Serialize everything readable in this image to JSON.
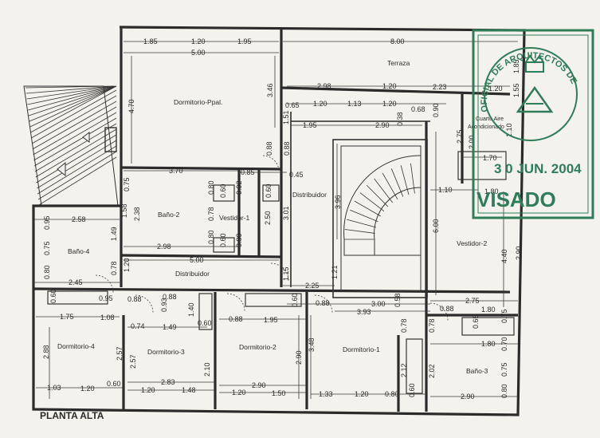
{
  "plan": {
    "title": "PLANTA ALTA",
    "rooms": {
      "terraza": "Terraza",
      "dormitorio_ppal": "Dormitorio-Ppal.",
      "bano_2": "Baño-2",
      "vestidor_1": "Vestidor-1",
      "distribuidor_1": "Distribuidor",
      "distribuidor_2": "Distribuidor",
      "bano_4": "Baño-4",
      "cuarto_aire": "Cuarto Aire",
      "acondicionado": "Acondicionado",
      "vestidor_2": "Vestidor-2",
      "dormitorio_4": "Dormitorio-4",
      "dormitorio_3": "Dormitorio-3",
      "dormitorio_2": "Dormitorio-2",
      "dormitorio_1": "Dormitorio-1",
      "bano_3": "Baño-3"
    },
    "dims": {
      "t185": "1.85",
      "t120a": "1.20",
      "t195a": "1.95",
      "t500a": "5.00",
      "t800": "8.00",
      "t298a": "2.98",
      "t120b": "1.20",
      "t223": "2.23",
      "t120c": "1.20",
      "t065": "0.65",
      "t120d": "1.20",
      "t113": "1.13",
      "t120e": "1.20",
      "t068": "0.68",
      "t195b": "1.95",
      "t290a": "2.90",
      "t170": "1.70",
      "t370": "3.70",
      "t085": "0.85",
      "t045": "0.45",
      "t110a": "1.10",
      "t180a": "1.80",
      "t258": "2.58",
      "t298b": "2.98",
      "t500b": "5.00",
      "t245": "2.45",
      "t225": "2.25",
      "t275": "2.75",
      "t088a": "0.88",
      "t300": "3.00",
      "t393": "3.93",
      "t088b": "0.88",
      "t180b": "1.80",
      "t095": "0.95",
      "t088c": "0.88",
      "t088d": "0.88",
      "t175": "1.75",
      "t108": "1.08",
      "t074": "0.74",
      "t149": "1.49",
      "t088e": "0.88",
      "t195c": "1.95",
      "t180c": "1.80",
      "t060": "0.60",
      "t103": "1.03",
      "t120f": "1.20",
      "t060b": "0.60",
      "t283": "2.83",
      "t120g": "1.20",
      "t148": "1.48",
      "t120h": "1.20",
      "t290b": "2.90",
      "t150": "1.50",
      "t133": "1.33",
      "t120i": "1.20",
      "t080": "0.80",
      "t290c": "2.90"
    },
    "vdims": {
      "v470": "4.70",
      "v346": "3.46",
      "v151": "1.51",
      "v088": "0.88",
      "v088b": "0.88",
      "v396": "3.96",
      "v600": "6.00",
      "v275": "2.75",
      "v200": "2.00",
      "v440": "4.40",
      "v290": "2.90",
      "v238": "2.38",
      "v158": "1.58",
      "v149": "1.49",
      "v250": "2.50",
      "v301": "3.01",
      "v120": "1.20",
      "v115": "1.15",
      "v121": "1.21",
      "v288": "2.88",
      "v257a": "2.57",
      "v257b": "2.57",
      "v210": "2.10",
      "v290b": "2.90",
      "v348": "3.48",
      "v212": "2.12",
      "v202": "2.02",
      "v075": "0.75",
      "v095": "0.95",
      "v080": "0.80",
      "v078": "0.78",
      "v060": "0.60",
      "v060b": "0.60",
      "v060c": "0.60",
      "v092": "0.92",
      "v078b": "0.78",
      "v080b": "0.80",
      "v065": "0.65",
      "v070": "0.70",
      "v058": "0.58",
      "v078c": "0.78",
      "v185": "1.85",
      "v155": "1.55",
      "v110": "1.10",
      "v090": "0.90",
      "v038": "0.38",
      "v093": "0.93",
      "v140": "1.40",
      "v060d": "0.60",
      "v060e": "0.60"
    }
  },
  "stamp": {
    "ring_text": "OFICIAL DE ARQUITECTOS DE",
    "date": "3 0 JUN. 2004",
    "visado": "VISADO",
    "ink_color": "#2f7d58"
  },
  "colors": {
    "paper": "#f4f2ec",
    "ink": "#2b2b2b",
    "stamp": "#2f7d58"
  }
}
